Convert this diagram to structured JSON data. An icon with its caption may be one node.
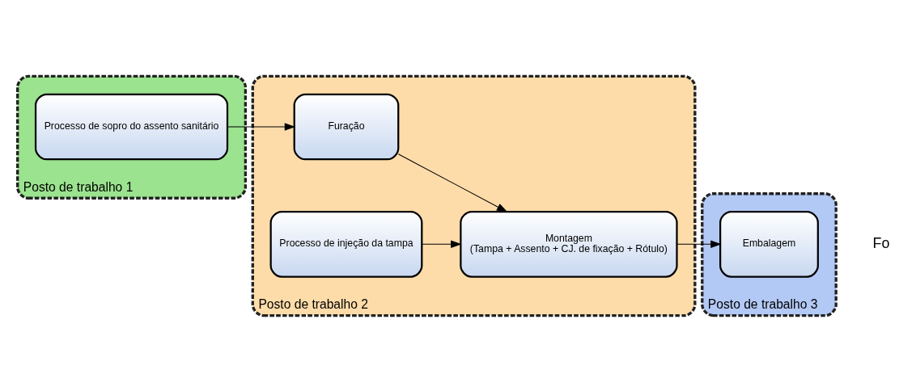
{
  "diagram": {
    "nodes": [
      {
        "text": [
          "Posto de trabalho 1"
        ]
      },
      {
        "text": [
          "Processo de sopro do assento sanitário"
        ],
        "in": 0
      },
      {
        "text": [
          "Posto de trabalho 2"
        ]
      },
      {
        "text": [
          "Furação"
        ],
        "in": 2
      },
      {
        "text": [
          "Montagem",
          "(Tampa + Assento + CJ. de fixação + Rótulo)"
        ],
        "in": 2
      },
      {
        "text": [
          "Processo de injeção da tampa"
        ],
        "in": 2
      },
      {
        "text": [
          "Posto de trabalho 3"
        ]
      },
      {
        "text": [
          "Embalagem"
        ],
        "in": 6
      }
    ],
    "edges": [
      {
        "from": 1,
        "to": 3,
        "arrow": "to"
      },
      {
        "from": 3,
        "to": 4,
        "arrow": "to"
      },
      {
        "from": 5,
        "to": 4,
        "arrow": "to"
      },
      {
        "from": 4,
        "to": 7,
        "arrow": "to"
      }
    ],
    "labels": [
      "Fo"
    ]
  }
}
